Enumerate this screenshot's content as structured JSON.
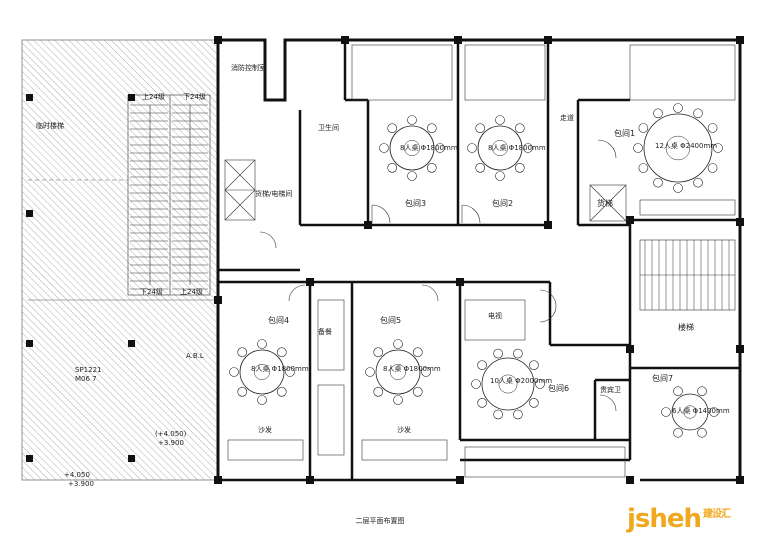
{
  "caption": "二层平面布置图",
  "watermark": {
    "brand": "jsheh",
    "tag": "建设汇"
  },
  "labels": {
    "up24_a": "上24级",
    "down24_a": "下24级",
    "down24_b": "下24级",
    "up24_b": "上24级",
    "fire_room": "消防控制室",
    "stair_left": "临时楼梯",
    "elev_note": "货梯/电梯间",
    "unit_a": "SP1221",
    "unit_b": "M06 7",
    "lvl1": "+4.050",
    "lvl2": "+3.900",
    "lvl3": "(+4.050)",
    "lvl4": "+3.900",
    "pipe": "A.B.L",
    "room3": "包间3",
    "room2": "包间2",
    "room1": "包间1",
    "room4": "包间4",
    "room5": "包间5",
    "room6": "包间6",
    "room7": "包间7",
    "cargo": "货梯",
    "stairs_main": "楼梯",
    "table8_3": "8人桌 Φ1800mm",
    "table8_2": "8人桌 Φ1800mm",
    "table12_1": "12人桌 Φ2400mm",
    "table8_4": "8人桌 Φ1800mm",
    "table8_5": "8人桌 Φ1800mm",
    "table10_6": "10人桌 Φ2000mm",
    "table6_7": "6人桌 Φ1400mm",
    "sofa": "沙发",
    "tv": "电视",
    "service": "备餐",
    "wc": "卫生间",
    "vip_wc": "贵宾卫",
    "corridor": "走道"
  }
}
